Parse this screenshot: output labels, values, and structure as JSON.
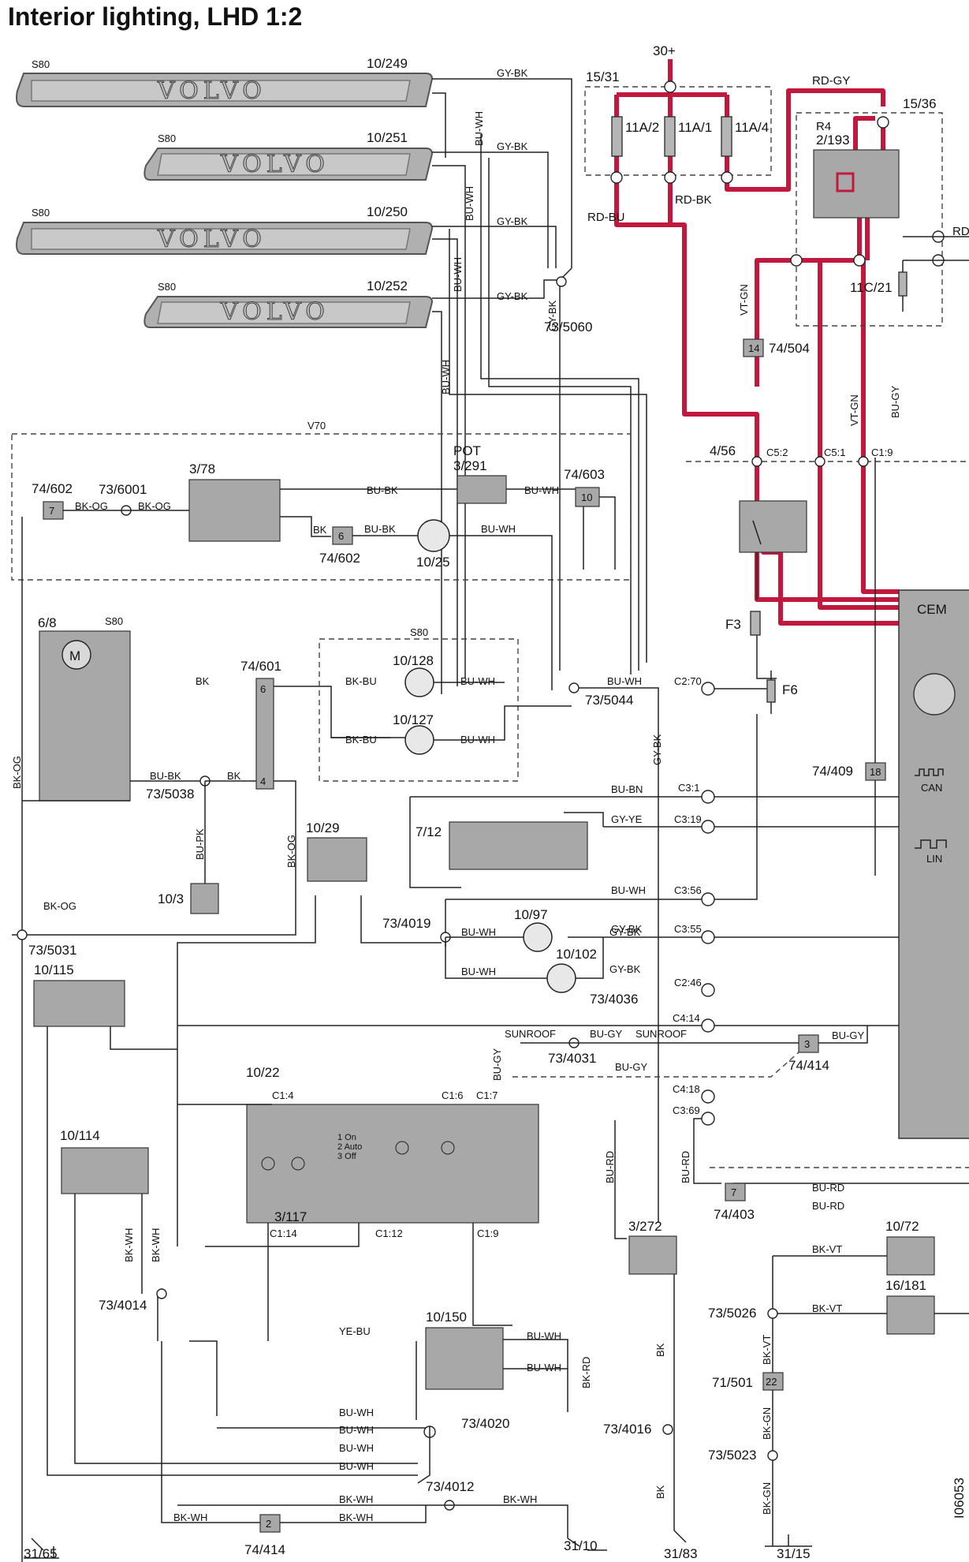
{
  "title": "Interior lighting, LHD 1:2",
  "doc_id": "I06053",
  "supply": "30+",
  "plates": [
    {
      "model": "S80",
      "ref": "10/249",
      "logo": "VOLVO",
      "wire": "GY-BK"
    },
    {
      "model": "S80",
      "ref": "10/251",
      "logo": "VOLVO",
      "wire": "GY-BK"
    },
    {
      "model": "S80",
      "ref": "10/250",
      "logo": "VOLVO",
      "wire": "GY-BK"
    },
    {
      "model": "S80",
      "ref": "10/252",
      "logo": "VOLVO",
      "wire": "GY-BK"
    }
  ],
  "fuse_box": {
    "ref": "15/31",
    "fuses": [
      "11A/2",
      "11A/1",
      "11A/4"
    ]
  },
  "relay": {
    "ref": "15/36",
    "label": "R4",
    "num": "2/193",
    "fuse": "11C/21"
  },
  "wire_labels": {
    "rd_gy": "RD-GY",
    "rd_bu": "RD-BU",
    "rd_bk": "RD-BK",
    "rd": "RD",
    "vt_gn": "VT-GN",
    "bu_gy": "BU-GY",
    "bu_wh": "BU-WH",
    "gy_bk": "GY-BK",
    "bu_bk": "BU-BK",
    "bk_og": "BK-OG",
    "bk": "BK",
    "bk_bu": "BK-BU",
    "bu_bn": "BU-BN",
    "gy_ye": "GY-YE",
    "bu_pk": "BU-PK",
    "sunroof": "SUNROOF",
    "bu_rd": "BU-RD",
    "bk_vt": "BK-VT",
    "bk_gn": "BK-GN",
    "ye_bu": "YE-BU",
    "bk_wh": "BK-WH",
    "bk_rd": "BK-RD"
  },
  "labels": {
    "v70": "V70",
    "pot": "POT",
    "s80": "S80",
    "cem": "CEM",
    "can": "CAN",
    "lin": "LIN",
    "f3": "F3",
    "f6": "F6",
    "c5_2": "C5:2",
    "c5_1": "C5:1",
    "c1_9": "C1:9",
    "c2_70": "C2:70",
    "c3_1": "C3:1",
    "c3_19": "C3:19",
    "c3_56": "C3:56",
    "c3_55": "C3:55",
    "c2_46": "C2:46",
    "c4_14": "C4:14",
    "c4_18": "C4:18",
    "c3_69": "C3:69",
    "c1_4": "C1:4",
    "c1_6": "C1:6",
    "c1_7": "C1:7",
    "c1_14": "C1:14",
    "c1_12": "C1:12",
    "c1_9b": "C1:9",
    "sw_opts": [
      "1 On",
      "2 Auto",
      "3 Off"
    ]
  },
  "refs": {
    "r73_5060": "73/5060",
    "r74_504": "74/504",
    "r4_56": "4/56",
    "r3_78": "3/78",
    "r74_602": "74/602",
    "r73_6001": "73/6001",
    "r3_291": "3/291",
    "r74_603": "74/603",
    "r10_25": "10/25",
    "r74_602b": "74/602",
    "r6_8": "6/8",
    "r74_601": "74/601",
    "r10_128": "10/128",
    "r10_127": "10/127",
    "r73_5044": "73/5044",
    "r73_5038": "73/5038",
    "r10_3": "10/3",
    "r10_29": "10/29",
    "r7_12": "7/12",
    "r74_409": "74/409",
    "r73_4019": "73/4019",
    "r10_97": "10/97",
    "r10_102": "10/102",
    "r73_4036": "73/4036",
    "r73_5031": "73/5031",
    "r10_115": "10/115",
    "r73_4031": "73/4031",
    "r74_414": "74/414",
    "r10_22": "10/22",
    "r3_117": "3/117",
    "r10_114": "10/114",
    "r73_4014": "73/4014",
    "r3_272": "3/272",
    "r74_403": "74/403",
    "r10_72": "10/72",
    "r16_181": "16/181",
    "r73_5026": "73/5026",
    "r71_501": "71/501",
    "r73_5023": "73/5023",
    "r10_150": "10/150",
    "r73_4020": "73/4020",
    "r73_4016": "73/4016",
    "r73_4012": "73/4012",
    "r74_414b": "74/414",
    "g31_65": "31/65",
    "g31_10": "31/10",
    "g31_83": "31/83",
    "g31_15": "31/15"
  },
  "connector_nums": {
    "n7": "7",
    "n6": "6",
    "n10": "10",
    "n14": "14",
    "n18": "18",
    "n3": "3",
    "n7b": "7",
    "n22": "22",
    "n2": "2",
    "n6b": "6",
    "n4": "4"
  }
}
